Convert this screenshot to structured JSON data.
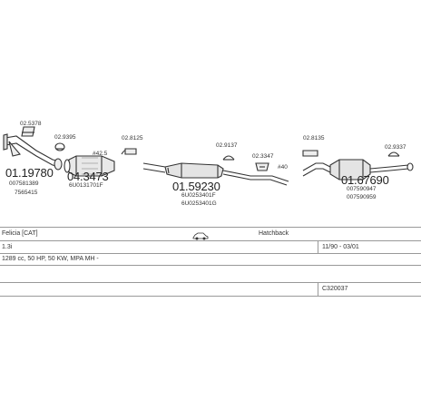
{
  "parts": {
    "p1": {
      "tag": "02.5378",
      "number": "01.19780",
      "code1": "007581389",
      "code2": "7565415"
    },
    "p2": {
      "tag": "02.9395",
      "number": "04.3473",
      "code1": "6U0131701F",
      "marker": "#42.5"
    },
    "p3": {
      "tag": "02.8125"
    },
    "p4": {
      "number": "01.59230",
      "code1": "6U0253401F",
      "code2": "6U0253401G"
    },
    "p5": {
      "tag": "02.9137"
    },
    "p6": {
      "tag": "02.3347",
      "marker": "#40"
    },
    "p7": {
      "tag": "02.8135"
    },
    "p8": {
      "tag": "02.9337",
      "number": "01.67690",
      "code1": "007590947",
      "code2": "007590959"
    }
  },
  "table": {
    "model": "Felicia  [CAT]",
    "body": "Hatchback",
    "engine": "1.3i",
    "years": "11/90 - 03/01",
    "details": "1289 cc, 50 HP, 50 KW, MPA MH -",
    "catalog": "C320037"
  },
  "icons": {
    "car": "car-icon"
  }
}
